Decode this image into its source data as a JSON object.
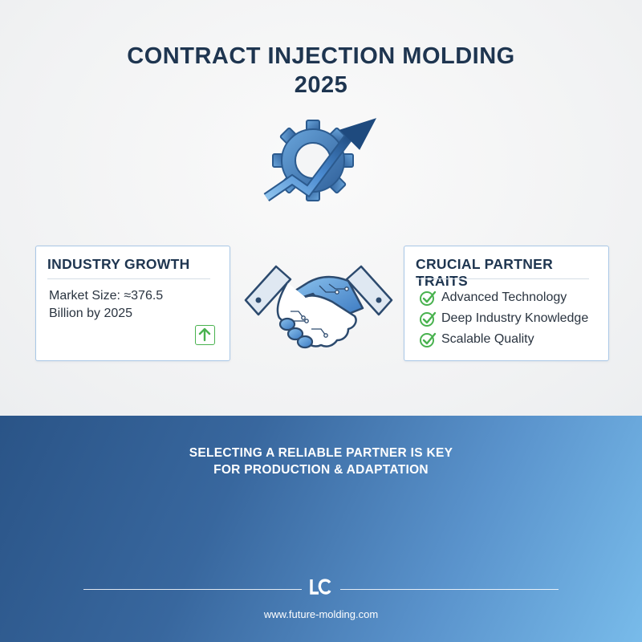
{
  "header": {
    "title_line1": "CONTRACT INJECTION MOLDING",
    "title_line2": "2025",
    "icon": "gear-growth-arrow-icon"
  },
  "industry_card": {
    "title": "INDUSTRY GROWTH",
    "market_line1": "Market Size: ≈376.5",
    "market_line2": "Billion by 2025",
    "icon": "up-arrow-icon"
  },
  "center_icon": "handshake-icon",
  "traits_card": {
    "title": "CRUCIAL PARTNER TRAITS",
    "items": [
      {
        "label": "Advanced Technology",
        "icon": "check-icon"
      },
      {
        "label": "Deep Industry Knowledge",
        "icon": "check-icon"
      },
      {
        "label": "Scalable Quality",
        "icon": "check-icon"
      }
    ]
  },
  "footer": {
    "tagline_line1": "SELECTING A RELIABLE PARTNER IS KEY",
    "tagline_line2": "FOR PRODUCTION & ADAPTATION",
    "logo": "LC",
    "website": "www.future-molding.com"
  },
  "colors": {
    "title": "#1e3550",
    "card_border": "#a9c7e6",
    "check": "#49b24f",
    "accent_blue": "#3b78c0",
    "footer_gradient_start": "#2a5487",
    "footer_gradient_end": "#78bbea"
  }
}
